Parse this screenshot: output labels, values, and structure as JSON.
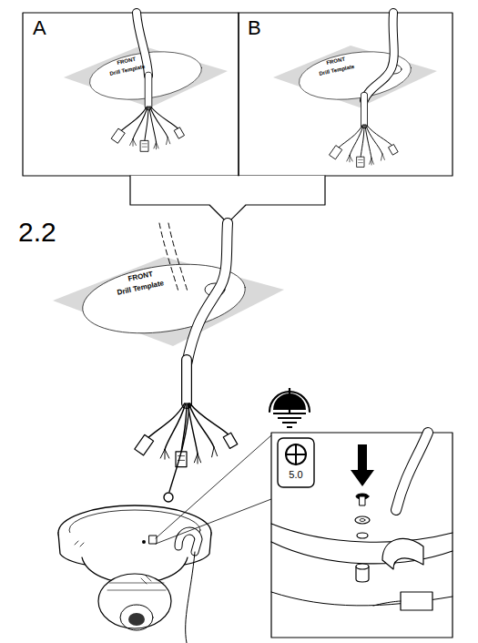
{
  "diagram": {
    "labels": [
      "A",
      "B",
      "FRONT",
      "Drill Template",
      "FRONT",
      "Drill Template",
      "2.2",
      "FRONT",
      "Drill Template",
      "5.0"
    ]
  }
}
